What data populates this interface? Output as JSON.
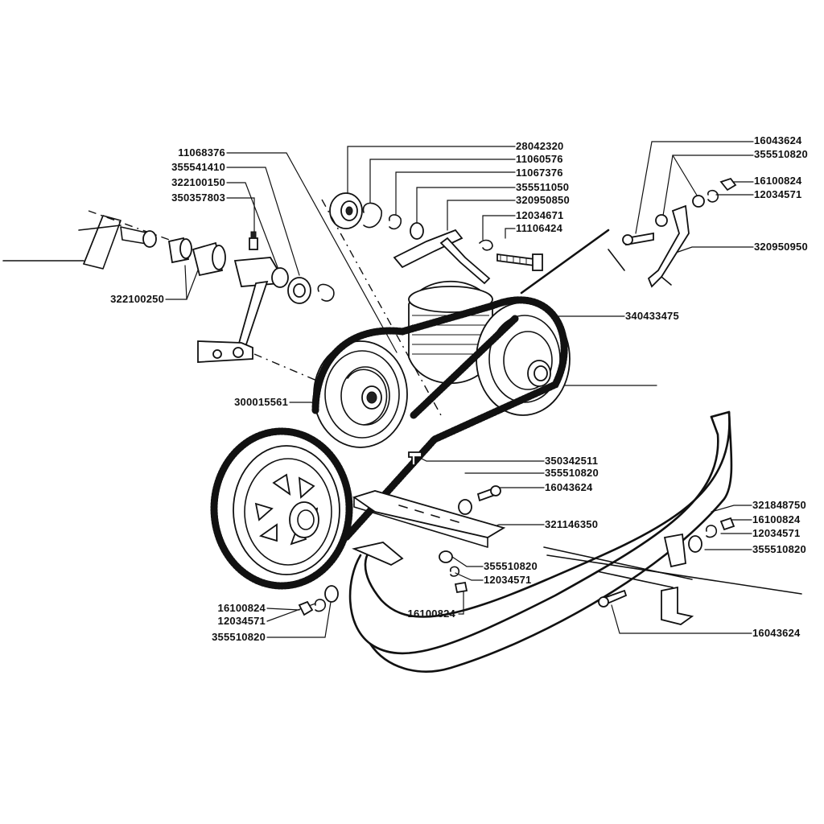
{
  "part_labels": {
    "p1": "28042320",
    "p2": "11060576",
    "p3": "11067376",
    "p4": "355511050",
    "p5": "320950850",
    "p6": "12034671",
    "p7": "11106424",
    "p8": "11068376",
    "p9": "355541410",
    "p10": "322100150",
    "p11": "350357803",
    "p12": "322100250",
    "p13": "16043624",
    "p14": "355510820",
    "p15": "16100824",
    "p16": "12034571",
    "p17": "320950950",
    "p18": "340433475",
    "p19": "300015561",
    "p20": "350342511",
    "p21": "355510820",
    "p22": "16043624",
    "p23": "321146350",
    "p24": "321848750",
    "p25": "16100824",
    "p26": "12034571",
    "p27": "355510820",
    "p28": "355510820",
    "p29": "12034571",
    "p30": "16100824",
    "p31": "16100824",
    "p32": "12034571",
    "p33": "355510820",
    "p34": "16043624"
  }
}
